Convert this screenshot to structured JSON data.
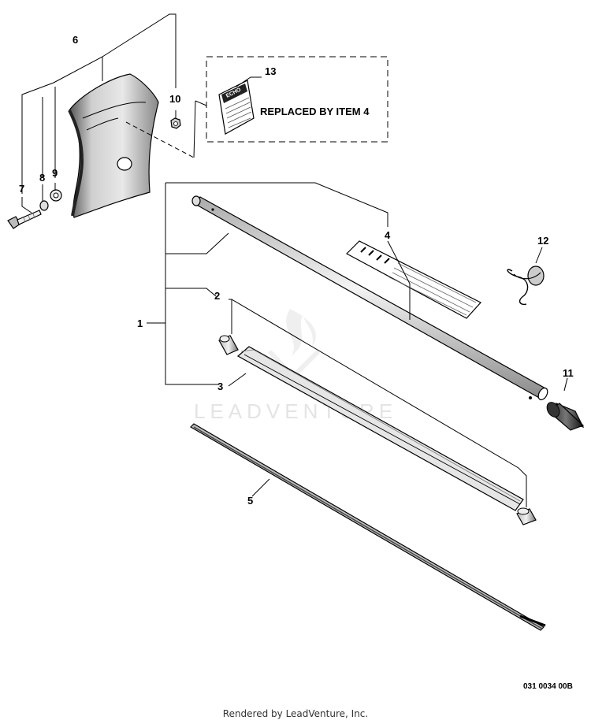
{
  "callouts": {
    "c1": "1",
    "c2": "2",
    "c3": "3",
    "c4": "4",
    "c5": "5",
    "c6": "6",
    "c7": "7",
    "c8": "8",
    "c9": "9",
    "c10": "10",
    "c11": "11",
    "c12": "12",
    "c13": "13"
  },
  "replaced_note": "REPLACED BY ITEM 4",
  "watermark": "LEADVENTURE",
  "drawing_code": "031 0034 00B",
  "footer": "Rendered by LeadVenture, Inc."
}
